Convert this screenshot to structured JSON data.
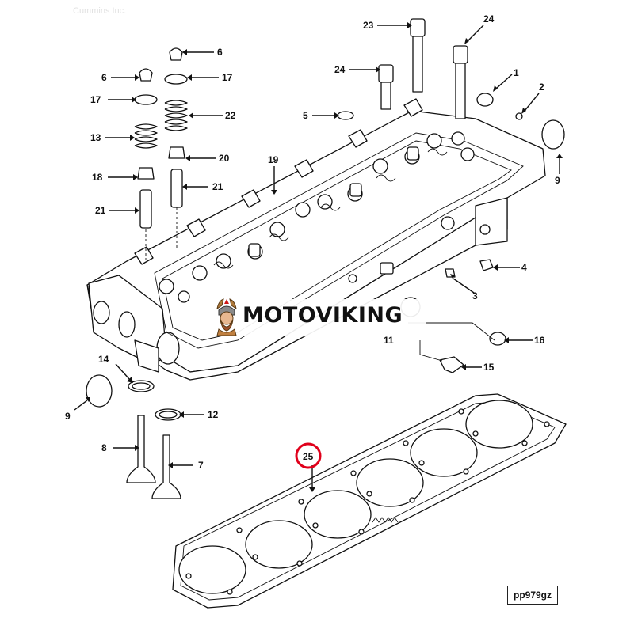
{
  "watermark": {
    "brand": "MOTOVIKING"
  },
  "reference_code": "pp979gz",
  "header_faint_text": "Cummins Inc.",
  "highlight": {
    "part": "25",
    "color": "#e0001b"
  },
  "callouts": [
    {
      "id": "c23",
      "label": "23"
    },
    {
      "id": "c24a",
      "label": "24"
    },
    {
      "id": "c24b",
      "label": "24"
    },
    {
      "id": "c6a",
      "label": "6"
    },
    {
      "id": "c6b",
      "label": "6"
    },
    {
      "id": "c17a",
      "label": "17"
    },
    {
      "id": "c17b",
      "label": "17"
    },
    {
      "id": "c22",
      "label": "22"
    },
    {
      "id": "c13",
      "label": "13"
    },
    {
      "id": "c20",
      "label": "20"
    },
    {
      "id": "c18",
      "label": "18"
    },
    {
      "id": "c21a",
      "label": "21"
    },
    {
      "id": "c21b",
      "label": "21"
    },
    {
      "id": "c19",
      "label": "19"
    },
    {
      "id": "c5",
      "label": "5"
    },
    {
      "id": "c1",
      "label": "1"
    },
    {
      "id": "c2",
      "label": "2"
    },
    {
      "id": "c9a",
      "label": "9"
    },
    {
      "id": "c4",
      "label": "4"
    },
    {
      "id": "c3",
      "label": "3"
    },
    {
      "id": "c16",
      "label": "16"
    },
    {
      "id": "c11",
      "label": "11"
    },
    {
      "id": "c15",
      "label": "15"
    },
    {
      "id": "c14",
      "label": "14"
    },
    {
      "id": "c9b",
      "label": "9"
    },
    {
      "id": "c12",
      "label": "12"
    },
    {
      "id": "c8",
      "label": "8"
    },
    {
      "id": "c7",
      "label": "7"
    },
    {
      "id": "c25",
      "label": "25"
    }
  ]
}
